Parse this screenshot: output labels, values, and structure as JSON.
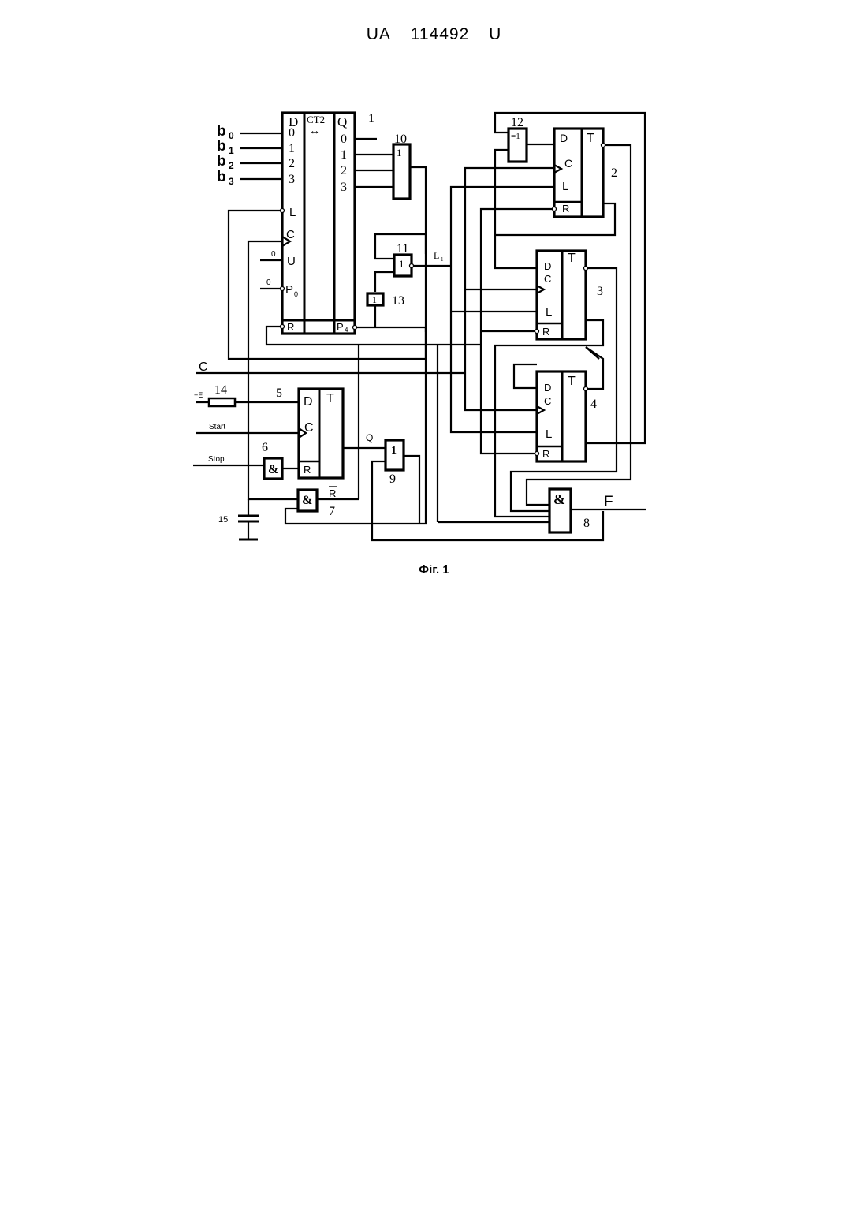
{
  "header": {
    "country": "UA",
    "number": "114492",
    "kind": "U"
  },
  "caption": "Фіг. 1",
  "counter": {
    "id": "1",
    "type": "CT2",
    "d": "D",
    "q": "Q",
    "in": [
      "0",
      "1",
      "2",
      "3"
    ],
    "out": [
      "0",
      "1",
      "2",
      "3"
    ],
    "l": "L",
    "c": "C",
    "u": "U",
    "p": "P",
    "p_sub": "0",
    "r": "R",
    "p4": "P",
    "p4_sub": "4",
    "zero_u": "0",
    "zero_p": "0"
  },
  "inputs": [
    {
      "b": "b",
      "sub": "0"
    },
    {
      "b": "b",
      "sub": "1"
    },
    {
      "b": "b",
      "sub": "2"
    },
    {
      "b": "b",
      "sub": "3"
    }
  ],
  "gates": {
    "g10": {
      "id": "10",
      "sym": "1"
    },
    "g11": {
      "id": "11",
      "sym": "1"
    },
    "g12": {
      "id": "12",
      "sym": "=1"
    },
    "g13": {
      "id": "13",
      "sym": "1"
    },
    "g6": {
      "id": "6",
      "sym": "&"
    },
    "g7": {
      "id": "7",
      "sym": "&"
    },
    "g8": {
      "id": "8",
      "sym": "&"
    },
    "g9": {
      "id": "9",
      "sym": "1"
    }
  },
  "triggers": {
    "t2": {
      "id": "2",
      "d": "D",
      "c": "C",
      "l": "L",
      "r": "R",
      "t": "T"
    },
    "t3": {
      "id": "3",
      "d": "D",
      "c": "C",
      "l": "L",
      "r": "R",
      "t": "T"
    },
    "t4": {
      "id": "4",
      "d": "D",
      "c": "C",
      "l": "L",
      "r": "R",
      "t": "T"
    },
    "t5": {
      "id": "5",
      "d": "D",
      "c": "C",
      "r": "R",
      "t": "T"
    }
  },
  "signals": {
    "c_bus": "C",
    "l1": "L",
    "l1_sub": "1",
    "plus_e": "+E",
    "start": "Start",
    "stop": "Stop",
    "q": "Q",
    "r_bar": "R",
    "f": "F"
  },
  "parts": {
    "resistor": "14",
    "capacitor": "15"
  }
}
